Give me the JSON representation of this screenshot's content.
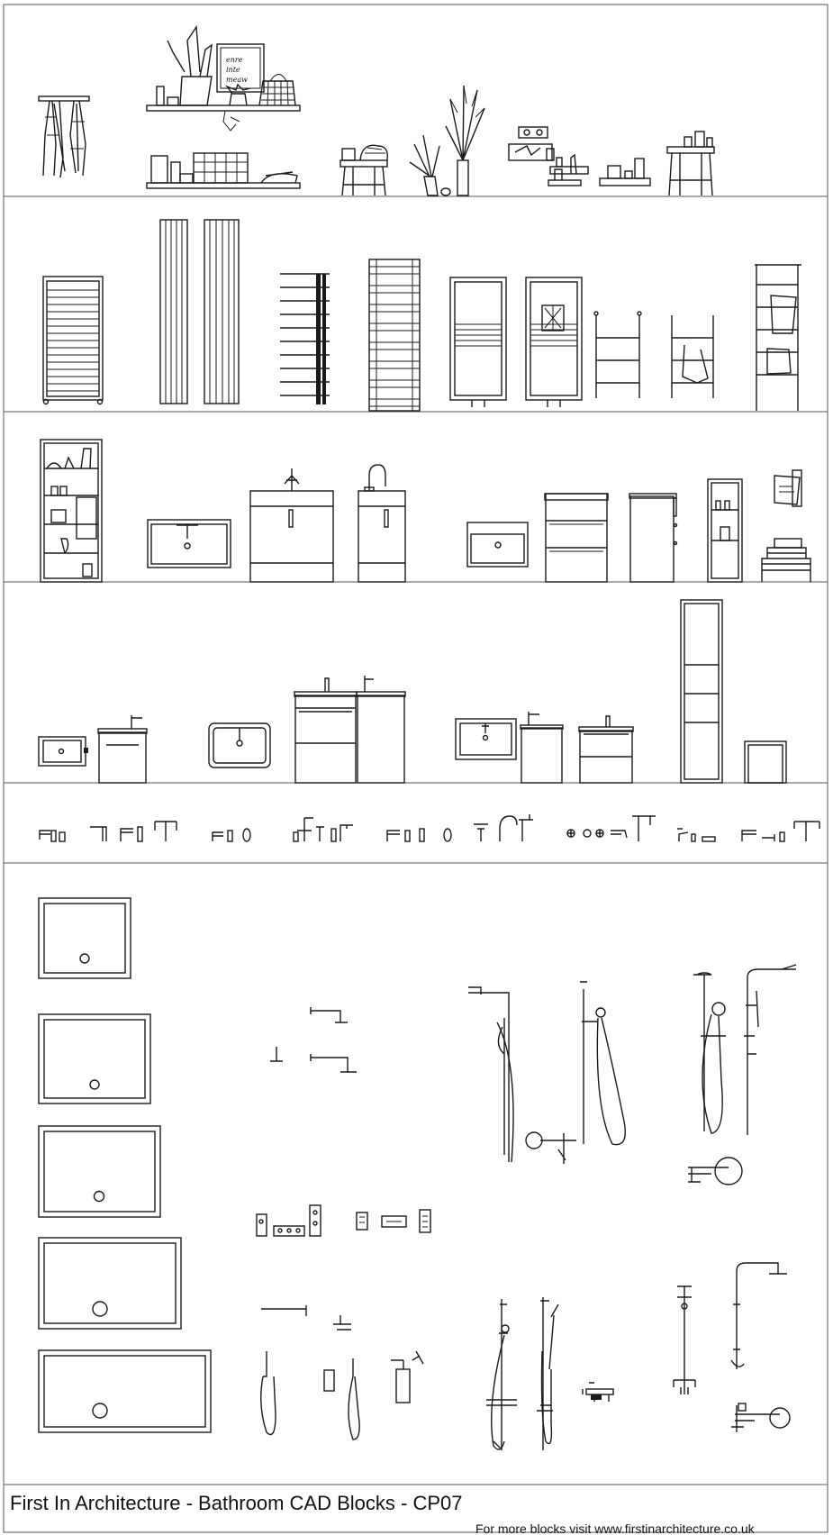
{
  "sheet": {
    "title": "First In Architecture - Bathroom CAD Blocks - CP07",
    "footer_url": "For more blocks visit www.firstinarchitecture.co.uk",
    "artwork_scribble": [
      "enre",
      "inte",
      "meaw"
    ]
  },
  "rows": [
    {
      "name": "accessories-row"
    },
    {
      "name": "towel-radiators-row"
    },
    {
      "name": "vanity-units-elevation-row"
    },
    {
      "name": "basins-and-cabinets-row"
    },
    {
      "name": "taps-and-mixers-row"
    },
    {
      "name": "shower-trays-and-systems-row"
    }
  ],
  "colors": {
    "line": "#1a1a1a",
    "background": "#ffffff"
  }
}
